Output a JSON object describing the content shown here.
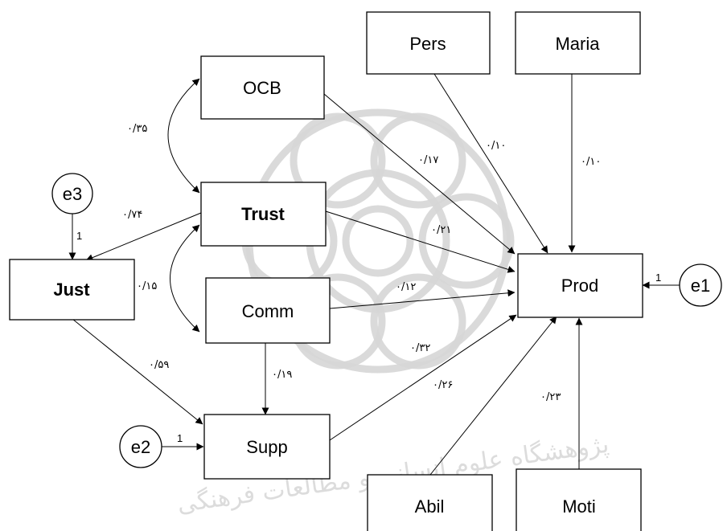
{
  "nodes": {
    "pers": "Pers",
    "maria": "Maria",
    "ocb": "OCB",
    "trust": "Trust",
    "just": "Just",
    "comm": "Comm",
    "supp": "Supp",
    "prod": "Prod",
    "abil": "Abil",
    "moti": "Moti"
  },
  "errors": {
    "e1": "e1",
    "e2": "e2",
    "e3": "e3"
  },
  "fixed_loading": "1",
  "coefficients": {
    "ocb_trust": "۰/۳۵",
    "trust_comm": "۰/۱۵",
    "trust_just": "۰/۷۴",
    "just_supp": "۰/۵۹",
    "comm_supp": "۰/۱۹",
    "ocb_prod": "۰/۱۷",
    "pers_prod": "۰/۱۰",
    "maria_prod": "۰/۱۰",
    "trust_prod": "۰/۲۱",
    "comm_prod": "۰/۱۲",
    "supp_prod": "۰/۳۲",
    "abil_prod": "۰/۲۶",
    "moti_prod": "۰/۲۳"
  },
  "watermark_text": "پژوهشگاه علوم انسانی و مطالعات فرهنگی",
  "colors": {
    "stroke": "#000000",
    "background": "#ffffff",
    "watermark": "#d6d6d6"
  }
}
